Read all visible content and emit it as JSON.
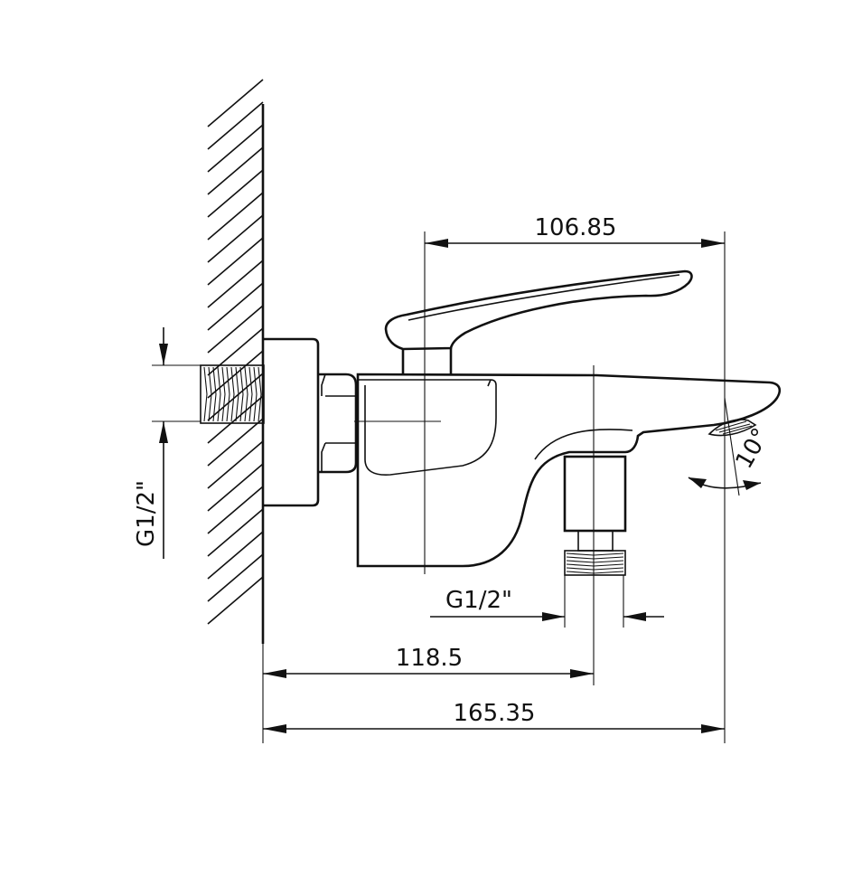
{
  "drawing": {
    "dimensions": {
      "handle_to_spout": "106.85",
      "wall_to_shower_outlet": "118.5",
      "overall_length": "165.35",
      "spout_angle": "10°"
    },
    "threads": {
      "wall_inlet": "G1/2\"",
      "shower_outlet": "G1/2\""
    },
    "colors": {
      "line": "#111111",
      "background": "#ffffff"
    }
  }
}
